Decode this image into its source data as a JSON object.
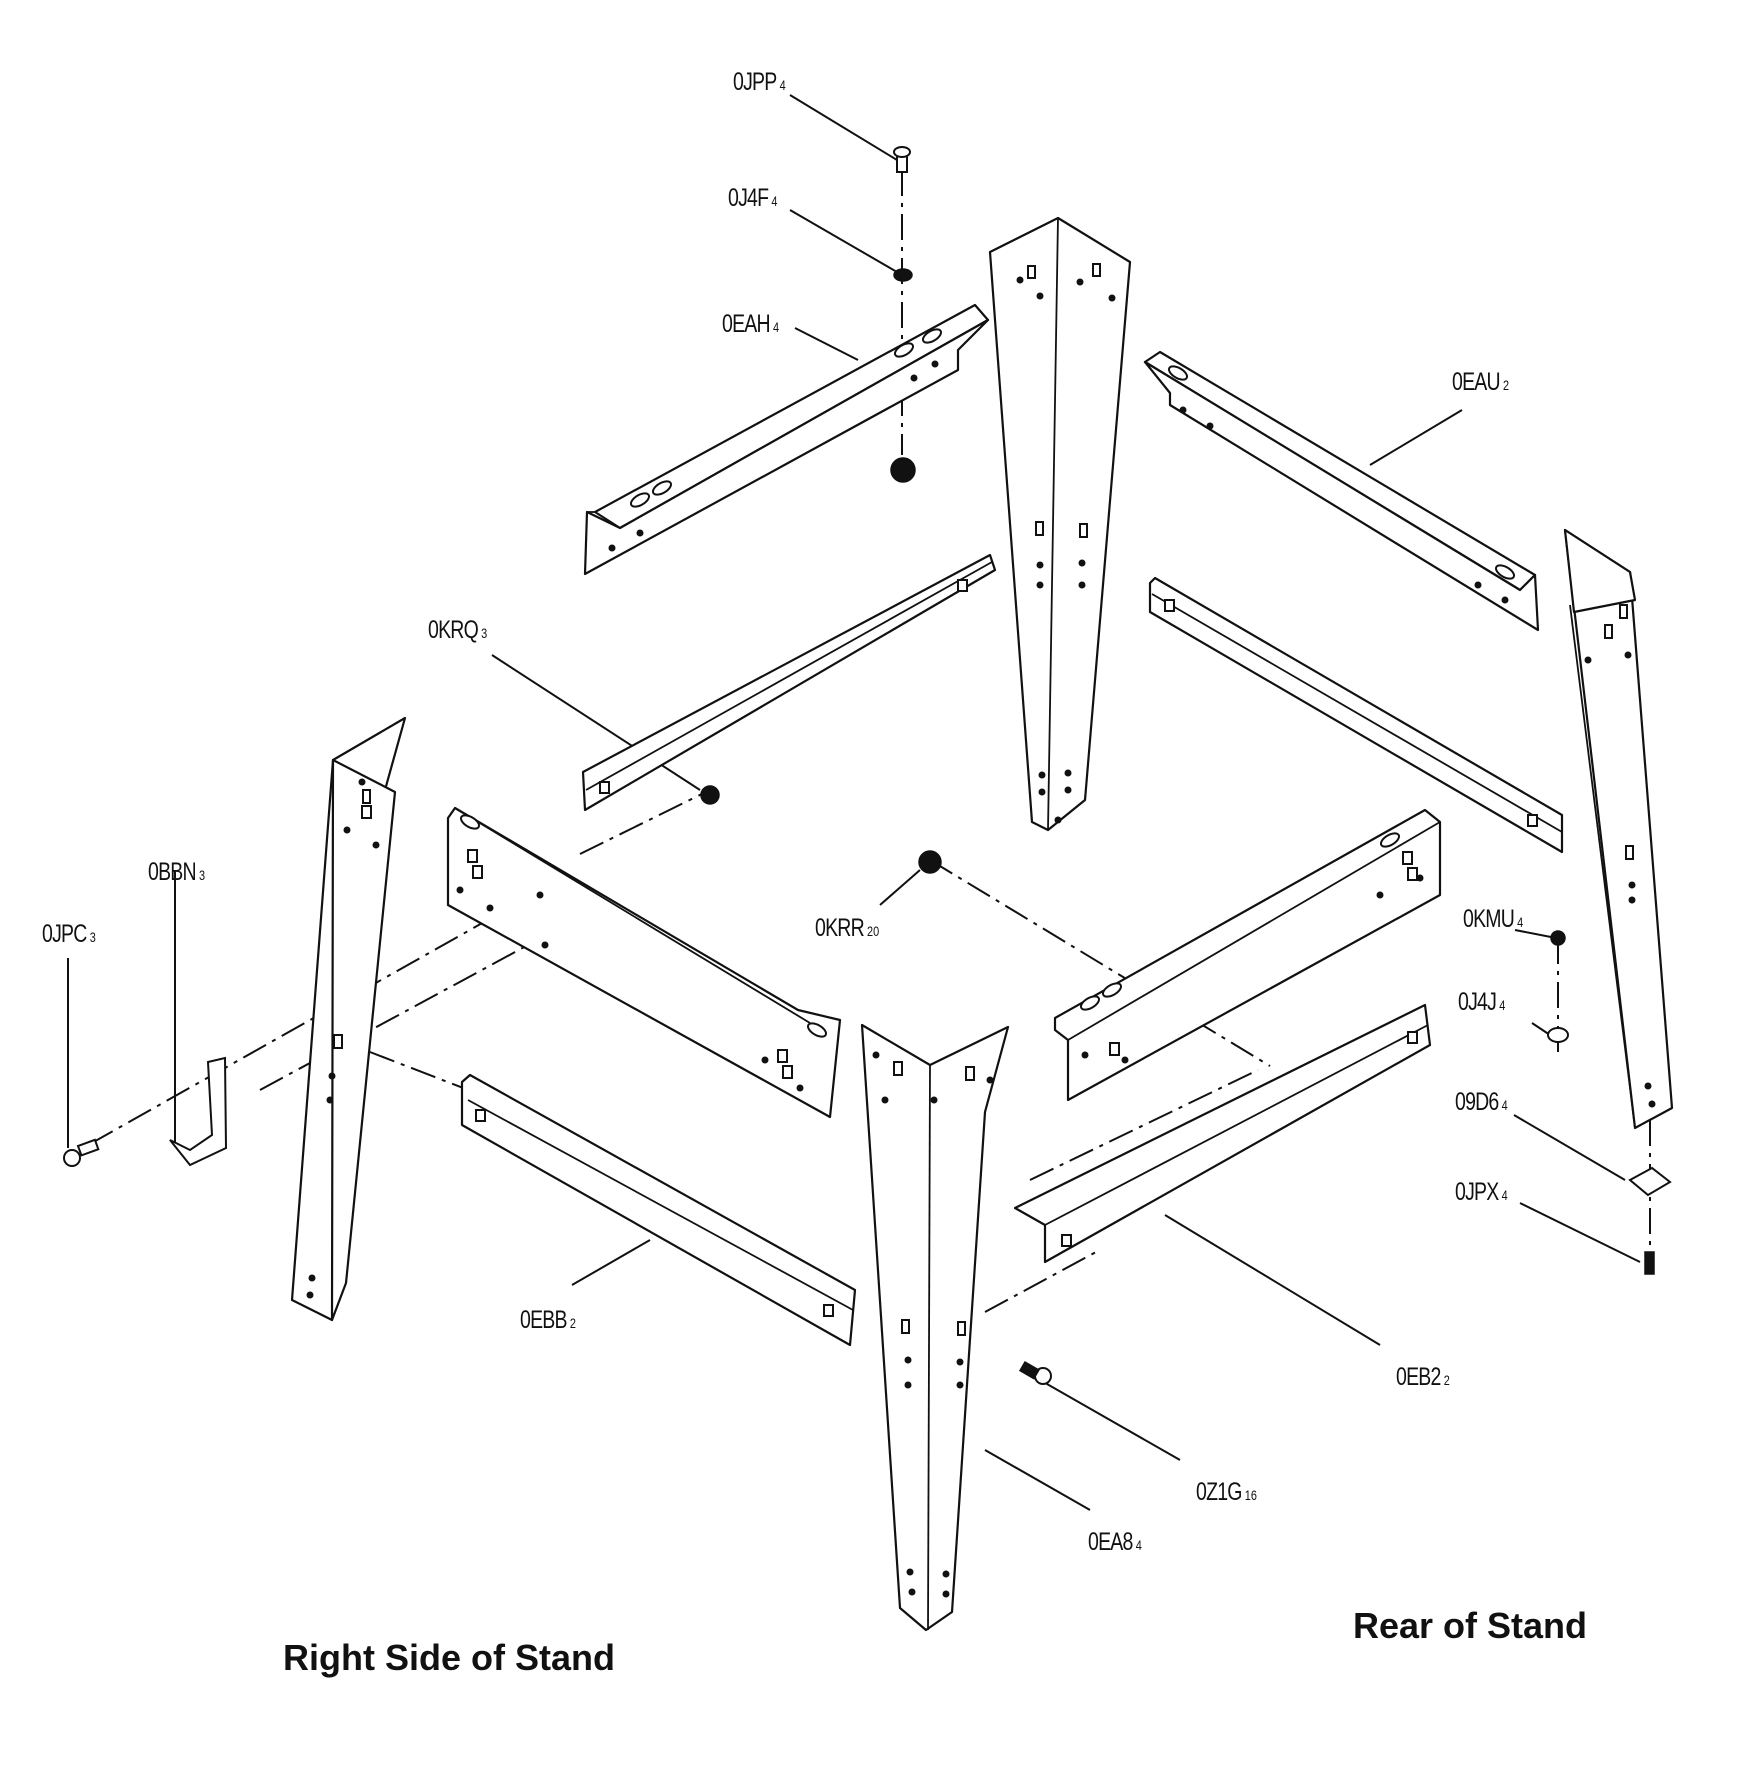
{
  "parts": [
    {
      "key": "jpp",
      "code": "0JPP",
      "qty": "4"
    },
    {
      "key": "j4f",
      "code": "0J4F",
      "qty": "4"
    },
    {
      "key": "eah",
      "code": "0EAH",
      "qty": "4"
    },
    {
      "key": "eau",
      "code": "0EAU",
      "qty": "2"
    },
    {
      "key": "krq",
      "code": "0KRQ",
      "qty": "3"
    },
    {
      "key": "bbn",
      "code": "0BBN",
      "qty": "3"
    },
    {
      "key": "jpc",
      "code": "0JPC",
      "qty": "3"
    },
    {
      "key": "krr",
      "code": "0KRR",
      "qty": "20"
    },
    {
      "key": "kmu",
      "code": "0KMU",
      "qty": "4"
    },
    {
      "key": "j4j",
      "code": "0J4J",
      "qty": "4"
    },
    {
      "key": "d96",
      "code": "09D6",
      "qty": "4"
    },
    {
      "key": "jpx",
      "code": "0JPX",
      "qty": "4"
    },
    {
      "key": "ebb",
      "code": "0EBB",
      "qty": "2"
    },
    {
      "key": "eb2",
      "code": "0EB2",
      "qty": "2"
    },
    {
      "key": "z1g",
      "code": "0Z1G",
      "qty": "16"
    },
    {
      "key": "ea8",
      "code": "0EA8",
      "qty": "4"
    }
  ],
  "captions": {
    "right_side": "Right Side of Stand",
    "rear": "Rear of Stand"
  }
}
